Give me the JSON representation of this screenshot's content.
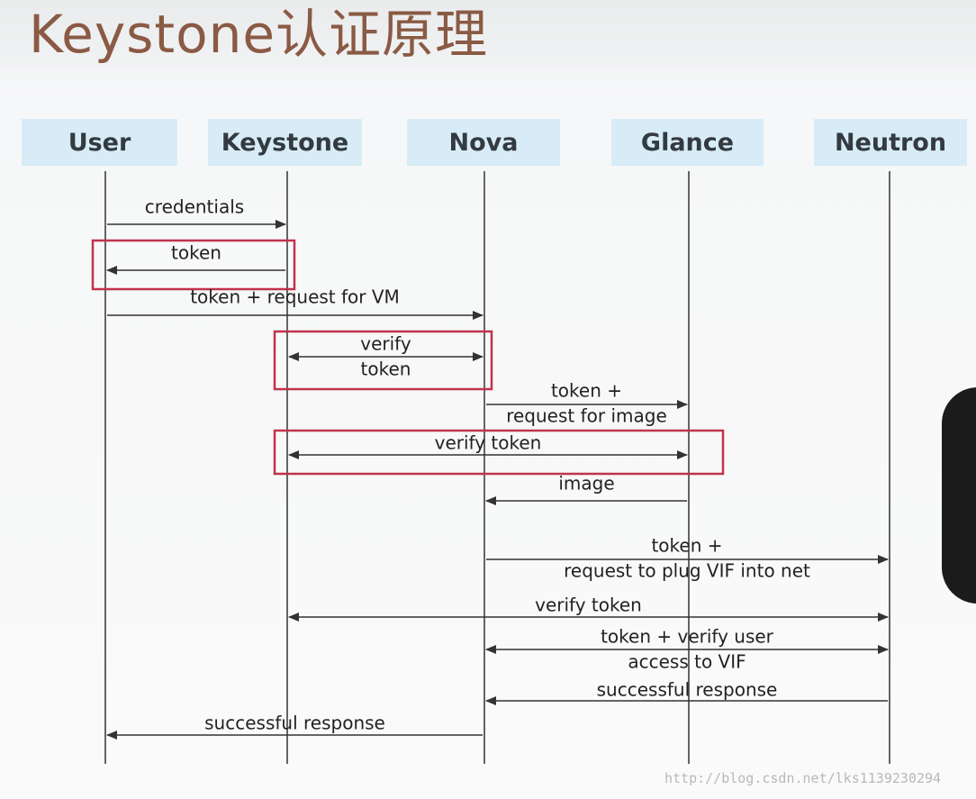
{
  "title": "Keystone认证原理",
  "actors": [
    "User",
    "Keystone",
    "Nova",
    "Glance",
    "Neutron"
  ],
  "messages": [
    {
      "from": "User",
      "to": "Keystone",
      "type": "request",
      "lines": [
        "credentials"
      ]
    },
    {
      "from": "Keystone",
      "to": "User",
      "type": "response",
      "lines": [
        "token"
      ],
      "highlighted": true
    },
    {
      "from": "User",
      "to": "Nova",
      "type": "request",
      "lines": [
        "token + request for VM"
      ]
    },
    {
      "from": "Nova",
      "to": "Keystone",
      "type": "bidirectional",
      "lines": [
        "verify",
        "token"
      ],
      "highlighted": true
    },
    {
      "from": "Nova",
      "to": "Glance",
      "type": "request",
      "lines": [
        "token +",
        "request for image"
      ]
    },
    {
      "from": "Glance",
      "to": "Keystone",
      "type": "bidirectional",
      "lines": [
        "verify token"
      ],
      "highlighted": true
    },
    {
      "from": "Glance",
      "to": "Nova",
      "type": "response",
      "lines": [
        "image"
      ]
    },
    {
      "from": "Nova",
      "to": "Neutron",
      "type": "request",
      "lines": [
        "token +",
        "request to plug VIF into net"
      ]
    },
    {
      "from": "Neutron",
      "to": "Keystone",
      "type": "bidirectional",
      "lines": [
        "verify token"
      ]
    },
    {
      "from": "Neutron",
      "to": "Nova",
      "type": "bidirectional",
      "lines": [
        "token + verify user",
        "access to VIF"
      ]
    },
    {
      "from": "Neutron",
      "to": "Nova",
      "type": "response",
      "lines": [
        "successful response"
      ]
    },
    {
      "from": "Nova",
      "to": "User",
      "type": "response",
      "lines": [
        "successful response"
      ]
    }
  ],
  "highlight_color": "#c0334d",
  "actor_box_color": "#d7ecf6",
  "title_color": "#8a5a44",
  "watermark": "http://blog.csdn.net/lks1139230294"
}
